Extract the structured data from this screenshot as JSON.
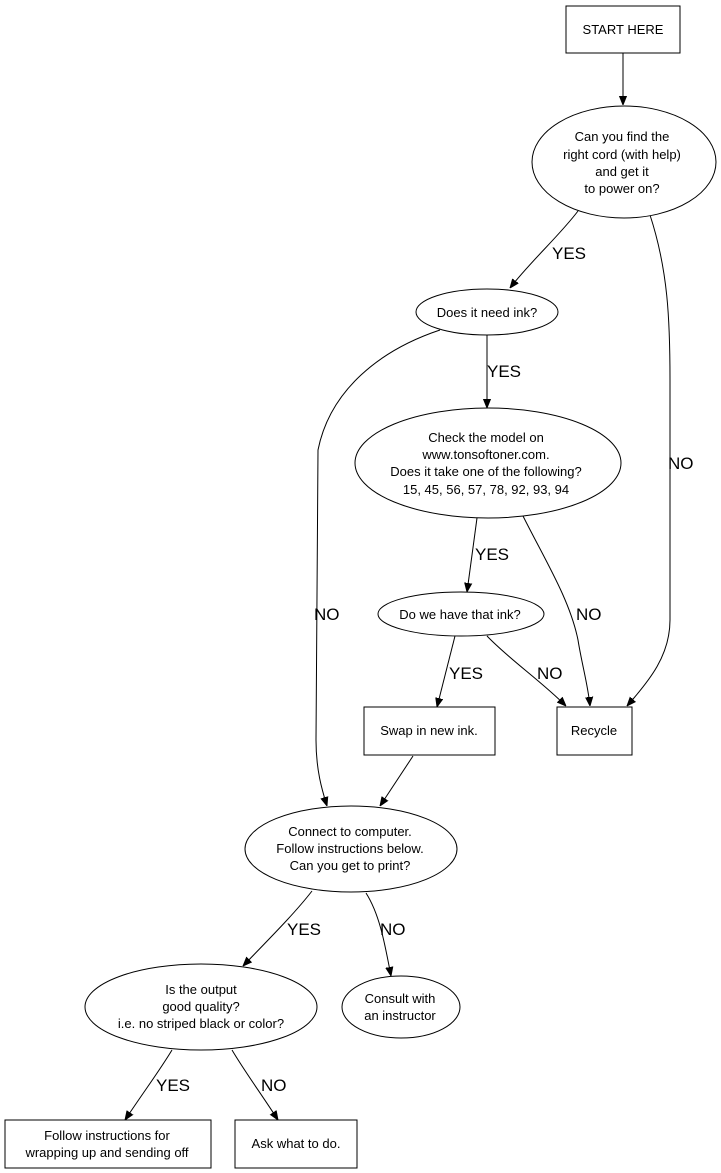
{
  "diagram": {
    "type": "flowchart",
    "nodes": {
      "start": {
        "shape": "box",
        "lines": [
          "START HERE"
        ]
      },
      "cord": {
        "shape": "ellipse",
        "lines": [
          "Can you find the",
          "right cord (with help)",
          "and get it",
          "to power on?"
        ]
      },
      "need_ink": {
        "shape": "ellipse",
        "lines": [
          "Does it need ink?"
        ]
      },
      "check_model": {
        "shape": "ellipse",
        "lines": [
          "Check the model on",
          "www.tonsoftoner.com.",
          "Does it take one of the following?",
          "15, 45, 56, 57, 78, 92, 93, 94"
        ]
      },
      "have_ink": {
        "shape": "ellipse",
        "lines": [
          "Do we have that ink?"
        ]
      },
      "swap": {
        "shape": "box",
        "lines": [
          "Swap in new ink."
        ]
      },
      "recycle": {
        "shape": "box",
        "lines": [
          "Recycle"
        ]
      },
      "connect": {
        "shape": "ellipse",
        "lines": [
          "Connect to computer.",
          "Follow instructions below.",
          "Can you get to print?"
        ]
      },
      "quality": {
        "shape": "ellipse",
        "lines": [
          "Is the output",
          "good quality?",
          "i.e. no striped black or color?"
        ]
      },
      "consult": {
        "shape": "ellipse",
        "lines": [
          "Consult with",
          "an instructor"
        ]
      },
      "follow": {
        "shape": "box",
        "lines": [
          "Follow instructions for",
          "wrapping up and sending off"
        ]
      },
      "ask": {
        "shape": "box",
        "lines": [
          "Ask what to do."
        ]
      }
    },
    "edges": [
      {
        "from": "start",
        "to": "cord",
        "label": ""
      },
      {
        "from": "cord",
        "to": "need_ink",
        "label": "YES"
      },
      {
        "from": "cord",
        "to": "recycle",
        "label": "NO"
      },
      {
        "from": "need_ink",
        "to": "check_model",
        "label": "YES"
      },
      {
        "from": "need_ink",
        "to": "connect",
        "label": "NO"
      },
      {
        "from": "check_model",
        "to": "have_ink",
        "label": "YES"
      },
      {
        "from": "check_model",
        "to": "recycle",
        "label": "NO"
      },
      {
        "from": "have_ink",
        "to": "swap",
        "label": "YES"
      },
      {
        "from": "have_ink",
        "to": "recycle",
        "label": "NO"
      },
      {
        "from": "swap",
        "to": "connect",
        "label": ""
      },
      {
        "from": "connect",
        "to": "quality",
        "label": "YES"
      },
      {
        "from": "connect",
        "to": "consult",
        "label": "NO"
      },
      {
        "from": "quality",
        "to": "follow",
        "label": "YES"
      },
      {
        "from": "quality",
        "to": "ask",
        "label": "NO"
      }
    ]
  }
}
